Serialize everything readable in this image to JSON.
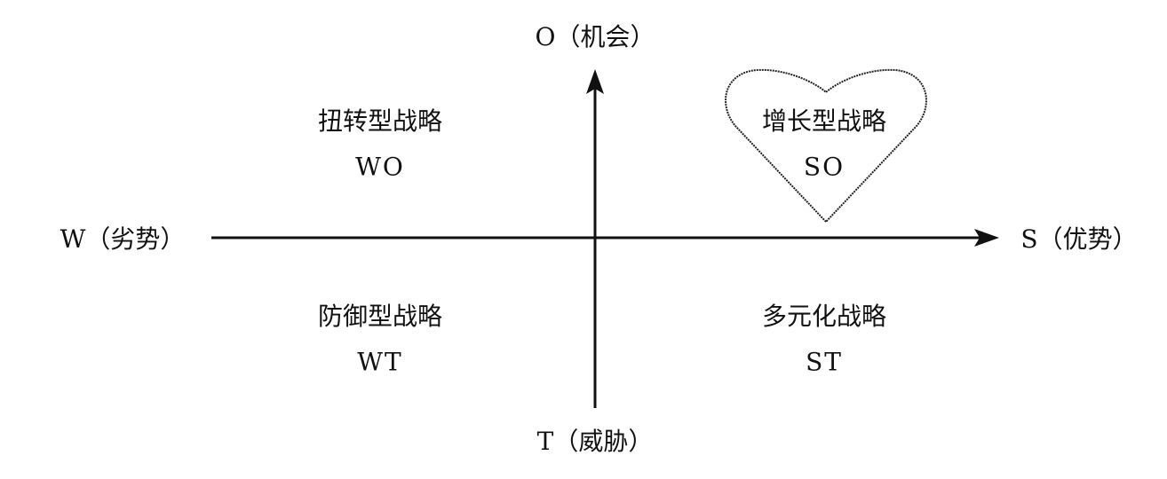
{
  "axes": {
    "top": "O（机会）",
    "bottom": "T（威胁）",
    "left": "W（劣势）",
    "right": "S（优势）"
  },
  "quadrants": {
    "top_left": {
      "title": "扭转型战略",
      "code": "WO"
    },
    "top_right": {
      "title": "增长型战略",
      "code": "SO"
    },
    "bottom_left": {
      "title": "防御型战略",
      "code": "WT"
    },
    "bottom_right": {
      "title": "多元化战略",
      "code": "ST"
    }
  },
  "colors": {
    "line": "#111111",
    "background": "#ffffff"
  }
}
